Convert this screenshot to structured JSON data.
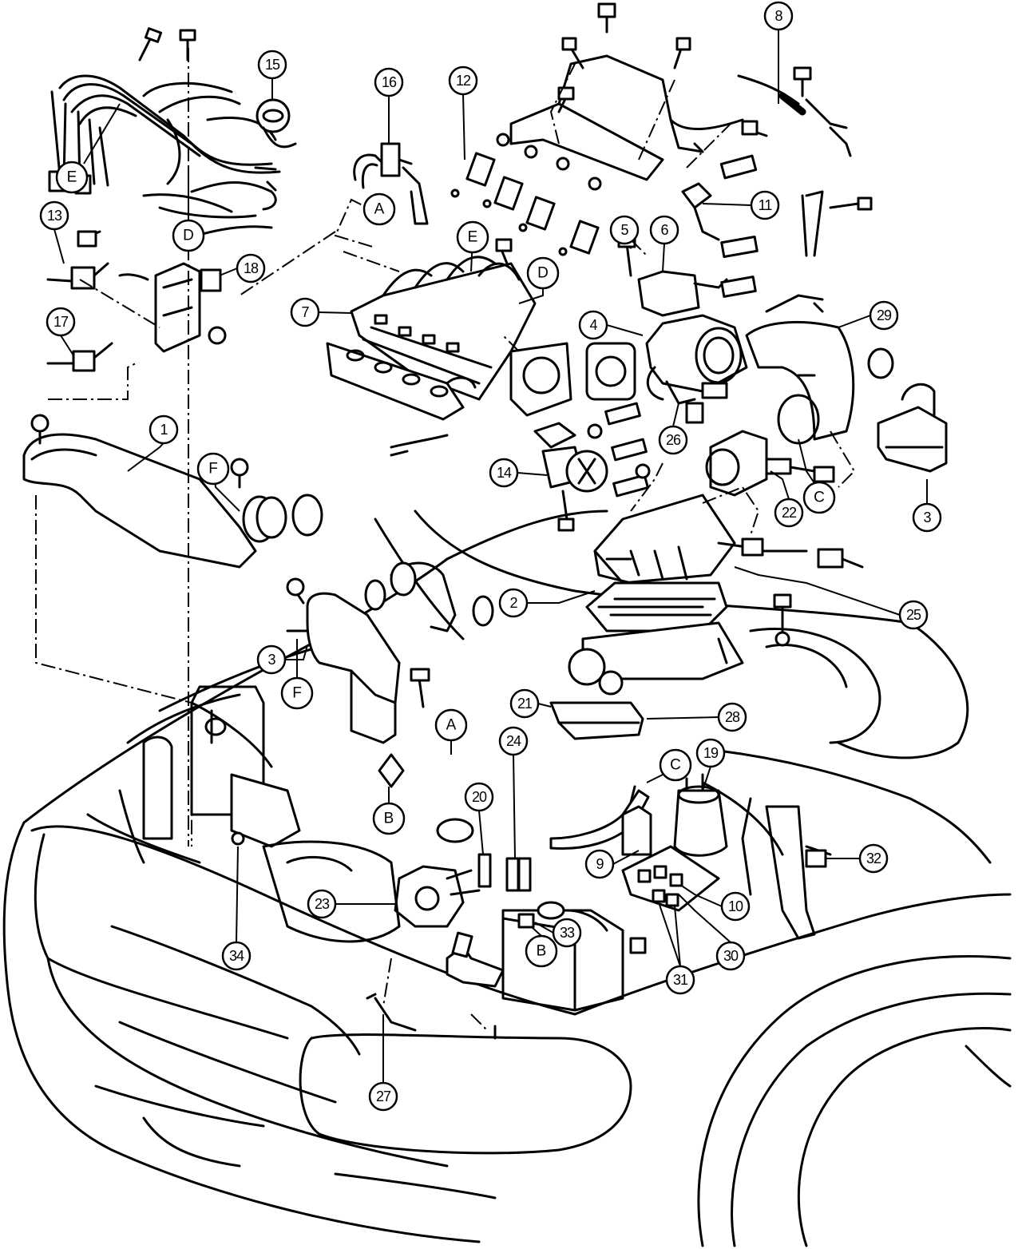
{
  "callouts": [
    {
      "id": "c1",
      "text": "1"
    },
    {
      "id": "c2",
      "text": "2"
    },
    {
      "id": "c3a",
      "text": "3"
    },
    {
      "id": "c3b",
      "text": "3"
    },
    {
      "id": "c4",
      "text": "4"
    },
    {
      "id": "c5",
      "text": "5"
    },
    {
      "id": "c6",
      "text": "6"
    },
    {
      "id": "c7",
      "text": "7"
    },
    {
      "id": "c8",
      "text": "8"
    },
    {
      "id": "c9",
      "text": "9"
    },
    {
      "id": "c10",
      "text": "10"
    },
    {
      "id": "c11",
      "text": "11"
    },
    {
      "id": "c12",
      "text": "12"
    },
    {
      "id": "c13",
      "text": "13"
    },
    {
      "id": "c14",
      "text": "14"
    },
    {
      "id": "c15",
      "text": "15"
    },
    {
      "id": "c16",
      "text": "16"
    },
    {
      "id": "c17",
      "text": "17"
    },
    {
      "id": "c18",
      "text": "18"
    },
    {
      "id": "c19",
      "text": "19"
    },
    {
      "id": "c20",
      "text": "20"
    },
    {
      "id": "c21",
      "text": "21"
    },
    {
      "id": "c22",
      "text": "22"
    },
    {
      "id": "c23",
      "text": "23"
    },
    {
      "id": "c24",
      "text": "24"
    },
    {
      "id": "c25",
      "text": "25"
    },
    {
      "id": "c26",
      "text": "26"
    },
    {
      "id": "c27",
      "text": "27"
    },
    {
      "id": "c28",
      "text": "28"
    },
    {
      "id": "c29",
      "text": "29"
    },
    {
      "id": "c30",
      "text": "30"
    },
    {
      "id": "c31",
      "text": "31"
    },
    {
      "id": "c32",
      "text": "32"
    },
    {
      "id": "c33",
      "text": "33"
    },
    {
      "id": "c34",
      "text": "34"
    },
    {
      "id": "cA1",
      "text": "A"
    },
    {
      "id": "cA2",
      "text": "A"
    },
    {
      "id": "cB1",
      "text": "B"
    },
    {
      "id": "cB2",
      "text": "B"
    },
    {
      "id": "cC1",
      "text": "C"
    },
    {
      "id": "cC2",
      "text": "C"
    },
    {
      "id": "cD1",
      "text": "D"
    },
    {
      "id": "cD2",
      "text": "D"
    },
    {
      "id": "cE1",
      "text": "E"
    },
    {
      "id": "cE2",
      "text": "E"
    },
    {
      "id": "cF1",
      "text": "F"
    },
    {
      "id": "cF2",
      "text": "F"
    }
  ]
}
